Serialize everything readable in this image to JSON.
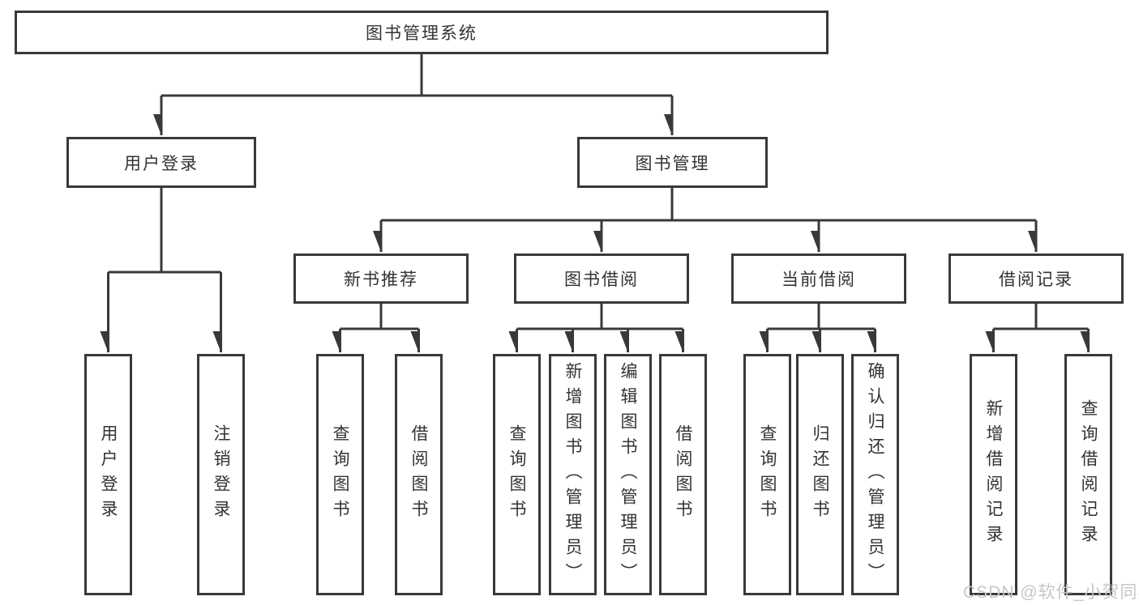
{
  "watermark": "CSDN @软件_小贺同学",
  "colors": {
    "line": "#393939",
    "box_border": "#393939",
    "box_fill": "#ffffff",
    "text": "#333333",
    "watermark": "#c6c6c6"
  },
  "tree": {
    "root": {
      "label": "图书管理系统",
      "children": [
        {
          "label": "用户登录",
          "children": [
            {
              "label": "用户登录"
            },
            {
              "label": "注销登录"
            }
          ]
        },
        {
          "label": "图书管理",
          "children": [
            {
              "label": "新书推荐",
              "children": [
                {
                  "label": "查询图书"
                },
                {
                  "label": "借阅图书"
                }
              ]
            },
            {
              "label": "图书借阅",
              "children": [
                {
                  "label": "查询图书"
                },
                {
                  "label": "新增图书（管理员）"
                },
                {
                  "label": "编辑图书（管理员）"
                },
                {
                  "label": "借阅图书"
                }
              ]
            },
            {
              "label": "当前借阅",
              "children": [
                {
                  "label": "查询图书"
                },
                {
                  "label": "归还图书"
                },
                {
                  "label": "确认归还（管理员）"
                }
              ]
            },
            {
              "label": "借阅记录",
              "children": [
                {
                  "label": "新增借阅记录"
                },
                {
                  "label": "查询借阅记录"
                }
              ]
            }
          ]
        }
      ]
    }
  }
}
